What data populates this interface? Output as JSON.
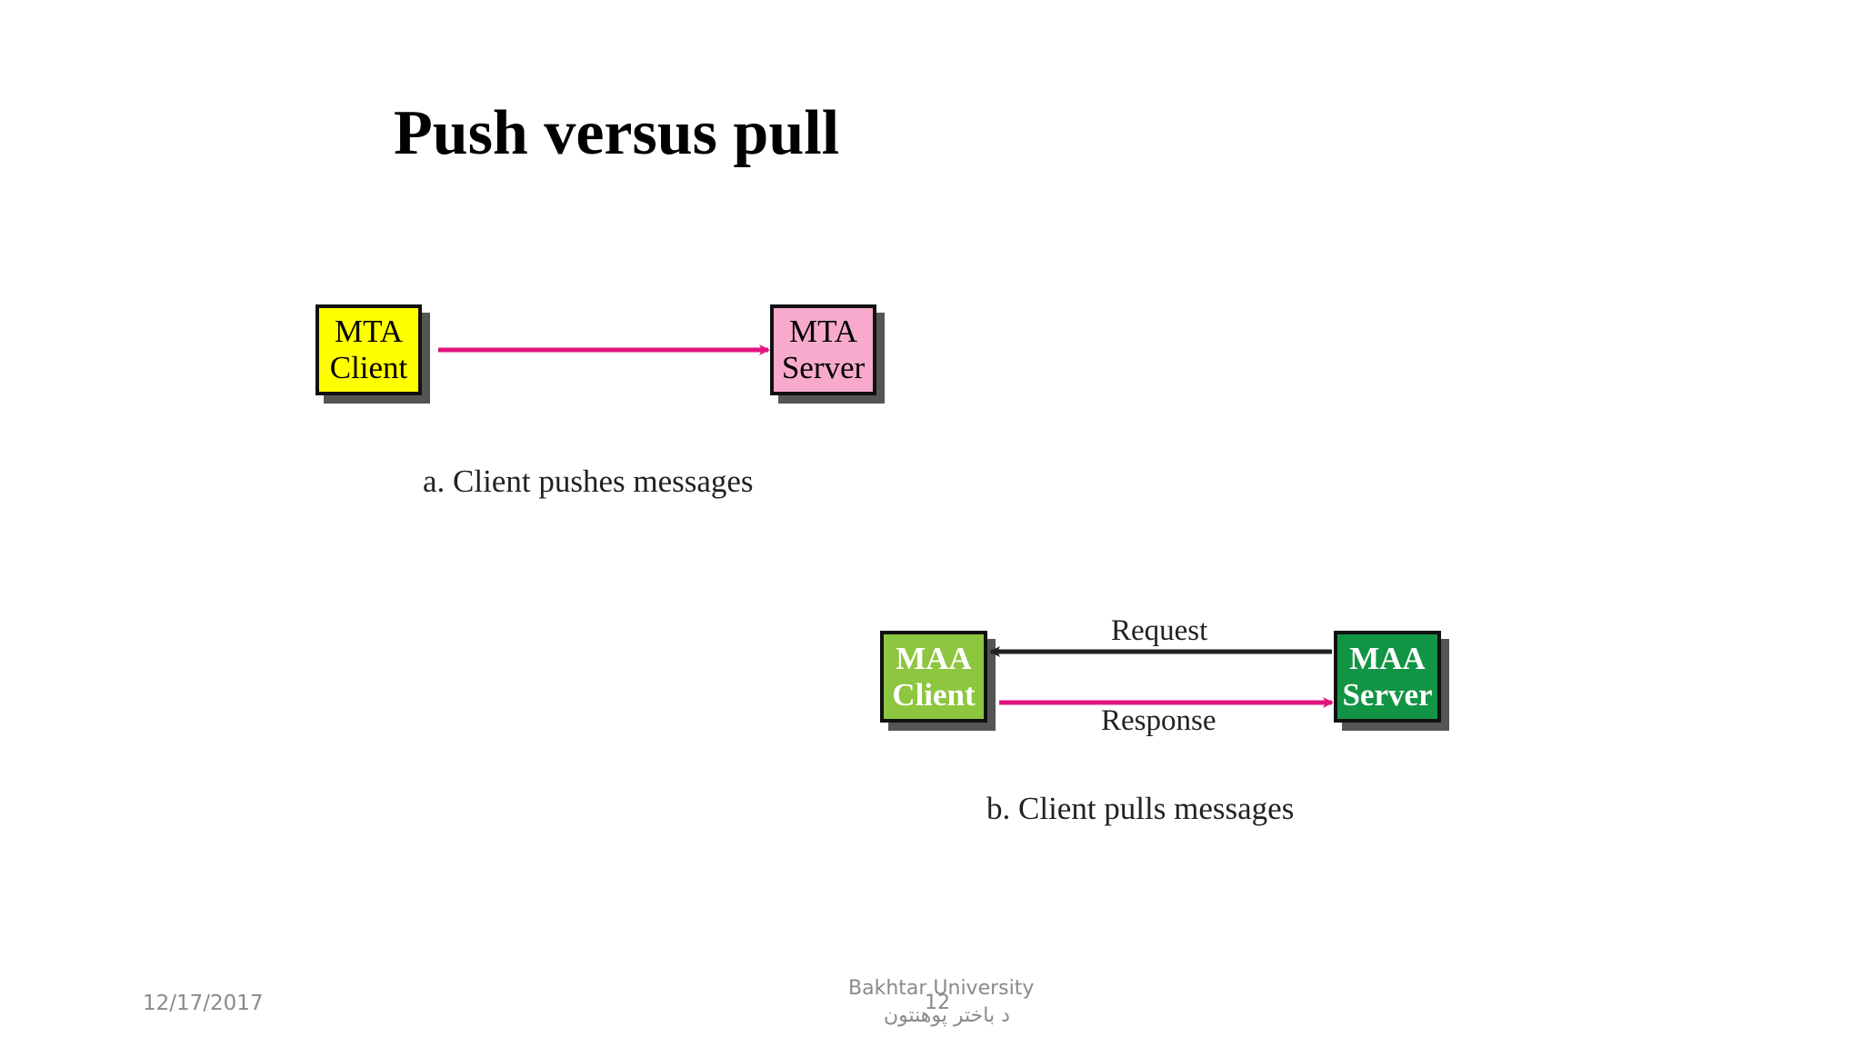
{
  "slide": {
    "title": "Push versus pull"
  },
  "diagram_a": {
    "client": {
      "line1": "MTA",
      "line2": "Client"
    },
    "server": {
      "line1": "MTA",
      "line2": "Server"
    },
    "caption": "a. Client pushes messages"
  },
  "diagram_b": {
    "client": {
      "line1": "MAA",
      "line2": "Client"
    },
    "server": {
      "line1": "MAA",
      "line2": "Server"
    },
    "request_label": "Request",
    "response_label": "Response",
    "caption": "b. Client pulls messages"
  },
  "colors": {
    "mta_client": "#ffff00",
    "mta_server": "#f7aacc",
    "maa_client": "#8dc63f",
    "maa_server": "#129445",
    "push_arrow": "#e0147f",
    "request_arrow": "#222222"
  },
  "footer": {
    "date": "12/17/2017",
    "university_en": "Bakhtar University",
    "university_ps": "د باختر پوهنتون",
    "page_number": "12"
  }
}
